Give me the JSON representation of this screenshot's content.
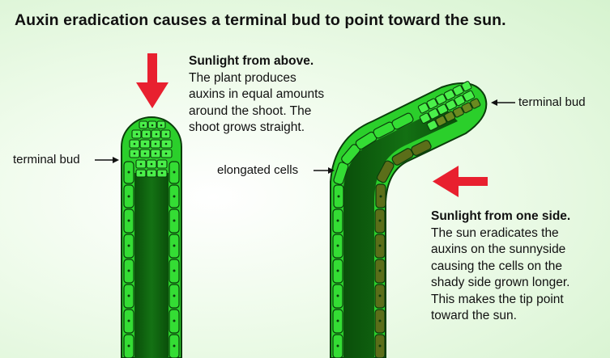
{
  "title": "Auxin eradication causes a terminal bud to point toward the sun.",
  "left_panel": {
    "heading": "Sunlight from above.",
    "body_lines": [
      "The plant produces",
      "auxins in equal amounts",
      "around the shoot. The",
      "shoot grows straight."
    ],
    "label_terminal_bud": "terminal bud"
  },
  "right_panel": {
    "heading": "Sunlight from one side.",
    "body_lines": [
      "The sun eradicates the",
      "auxins on the sunnyside",
      "causing the cells on the",
      "shady side grown longer.",
      "This makes the tip point",
      "toward the sun."
    ],
    "label_terminal_bud": "terminal bud",
    "label_elongated_cells": "elongated cells"
  },
  "colors": {
    "sunlight_arrow": "#e8202f",
    "cell_bright": "#2bd12b",
    "cell_dark": "#5b6e19",
    "stem_core": "#0e5e0e",
    "stem_outline": "#0b3d0b"
  }
}
